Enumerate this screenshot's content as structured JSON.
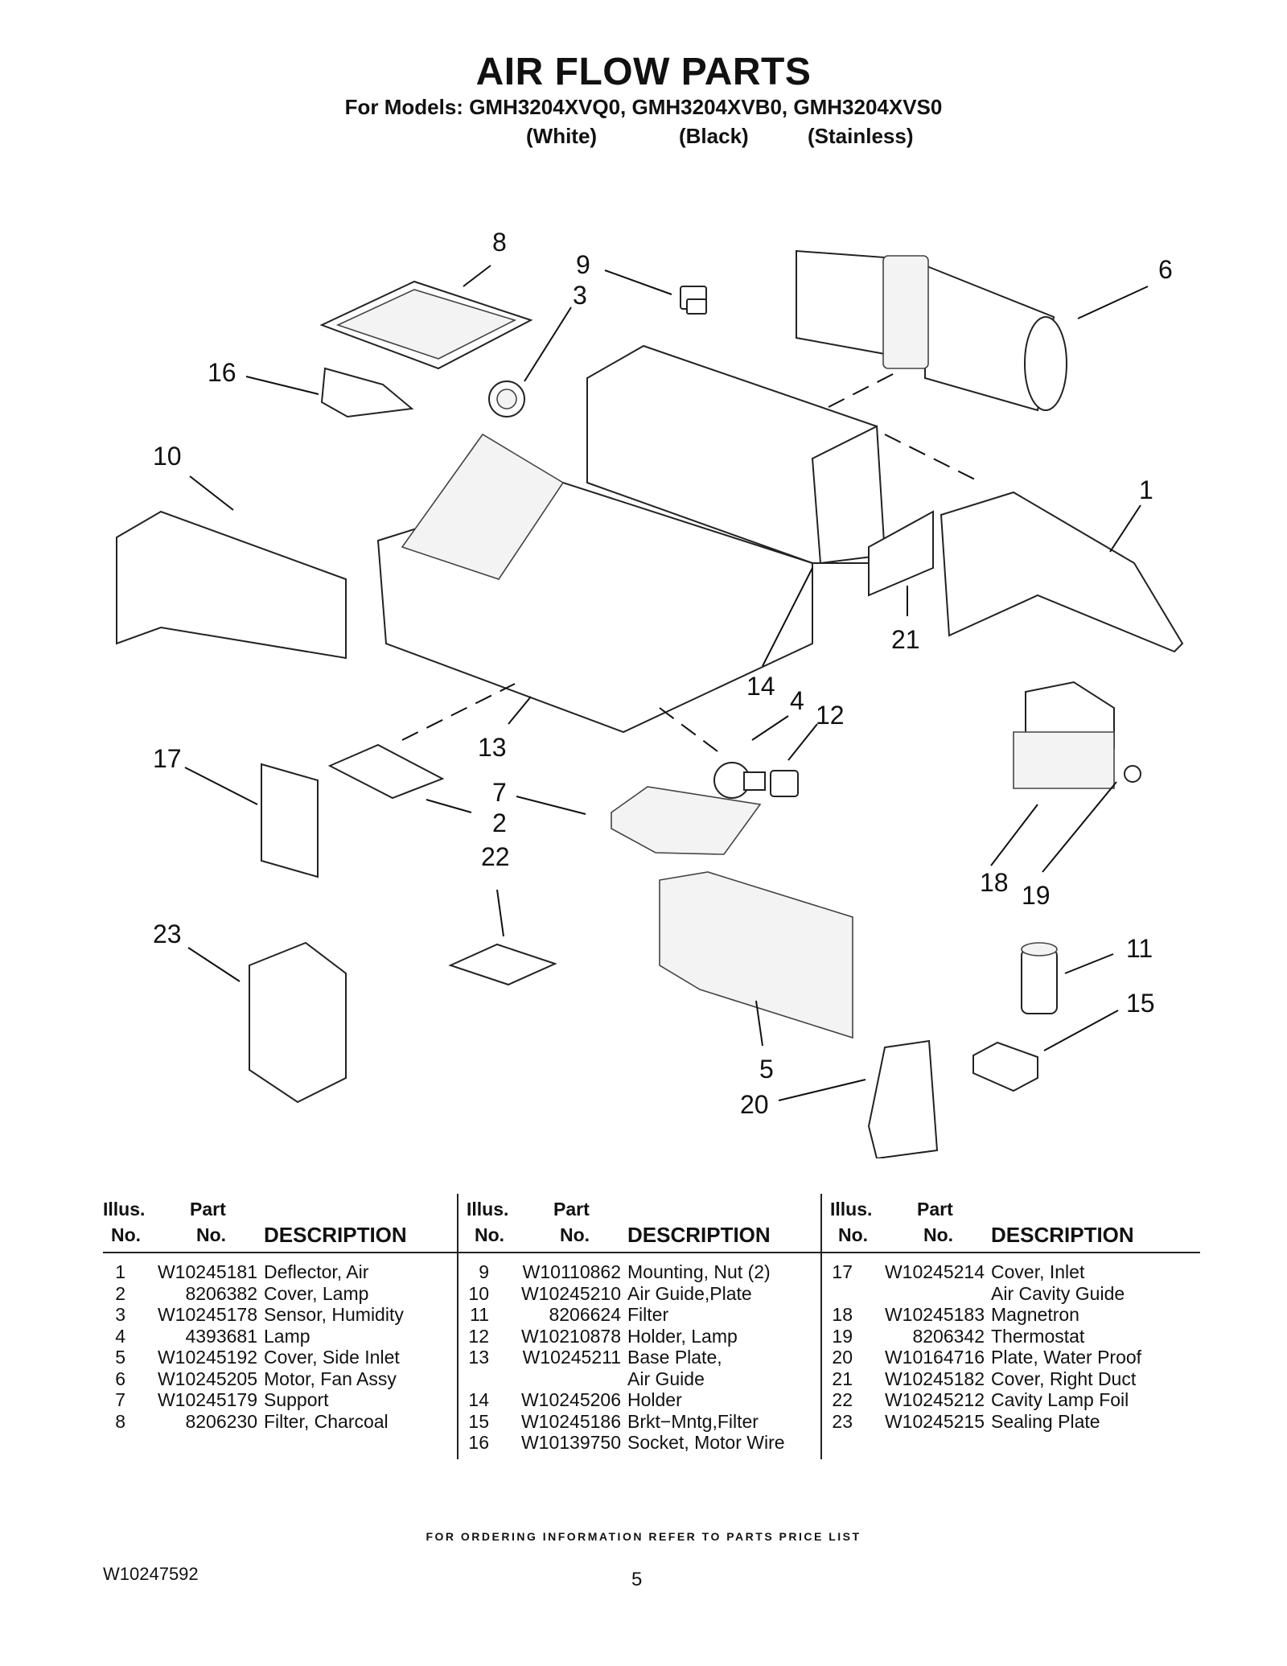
{
  "header": {
    "title": "AIR FLOW PARTS",
    "models": "For Models: GMH3204XVQ0, GMH3204XVB0, GMH3204XVS0",
    "finishes": [
      "(White)",
      "(Black)",
      "(Stainless)"
    ]
  },
  "diagram": {
    "callouts": [
      "8",
      "9",
      "3",
      "6",
      "16",
      "10",
      "1",
      "14",
      "21",
      "4",
      "12",
      "17",
      "13",
      "7",
      "2",
      "22",
      "18",
      "19",
      "23",
      "11",
      "15",
      "5",
      "20"
    ]
  },
  "table": {
    "headers": {
      "illus_top": "Illus.",
      "illus_bottom": "No.",
      "part_top": "Part",
      "part_bottom": "No.",
      "description": "DESCRIPTION"
    },
    "columns": [
      [
        {
          "illus": "1",
          "part": "W10245181",
          "desc": "Deflector, Air"
        },
        {
          "illus": "2",
          "part": "8206382",
          "desc": "Cover, Lamp"
        },
        {
          "illus": "3",
          "part": "W10245178",
          "desc": "Sensor, Humidity"
        },
        {
          "illus": "4",
          "part": "4393681",
          "desc": "Lamp"
        },
        {
          "illus": "5",
          "part": "W10245192",
          "desc": "Cover, Side Inlet"
        },
        {
          "illus": "6",
          "part": "W10245205",
          "desc": "Motor, Fan Assy"
        },
        {
          "illus": "7",
          "part": "W10245179",
          "desc": "Support"
        },
        {
          "illus": "8",
          "part": "8206230",
          "desc": "Filter, Charcoal"
        }
      ],
      [
        {
          "illus": "9",
          "part": "W10110862",
          "desc": "Mounting, Nut (2)"
        },
        {
          "illus": "10",
          "part": "W10245210",
          "desc": "Air Guide,Plate"
        },
        {
          "illus": "11",
          "part": "8206624",
          "desc": "Filter"
        },
        {
          "illus": "12",
          "part": "W10210878",
          "desc": "Holder, Lamp"
        },
        {
          "illus": "13",
          "part": "W10245211",
          "desc": "Base Plate,"
        },
        {
          "illus": "",
          "part": "",
          "desc": "Air Guide"
        },
        {
          "illus": "14",
          "part": "W10245206",
          "desc": "Holder"
        },
        {
          "illus": "15",
          "part": "W10245186",
          "desc": "Brkt−Mntg,Filter"
        },
        {
          "illus": "16",
          "part": "W10139750",
          "desc": "Socket, Motor Wire"
        }
      ],
      [
        {
          "illus": "17",
          "part": "W10245214",
          "desc": "Cover, Inlet"
        },
        {
          "illus": "",
          "part": "",
          "desc": "Air Cavity Guide"
        },
        {
          "illus": "18",
          "part": "W10245183",
          "desc": "Magnetron"
        },
        {
          "illus": "19",
          "part": "8206342",
          "desc": "Thermostat"
        },
        {
          "illus": "20",
          "part": "W10164716",
          "desc": "Plate, Water Proof"
        },
        {
          "illus": "21",
          "part": "W10245182",
          "desc": "Cover, Right Duct"
        },
        {
          "illus": "22",
          "part": "W10245212",
          "desc": "Cavity Lamp Foil"
        },
        {
          "illus": "23",
          "part": "W10245215",
          "desc": "Sealing Plate"
        }
      ]
    ]
  },
  "footer": {
    "ordering_note": "FOR ORDERING INFORMATION REFER TO PARTS PRICE LIST",
    "doc_number": "W10247592",
    "page_number": "5"
  }
}
